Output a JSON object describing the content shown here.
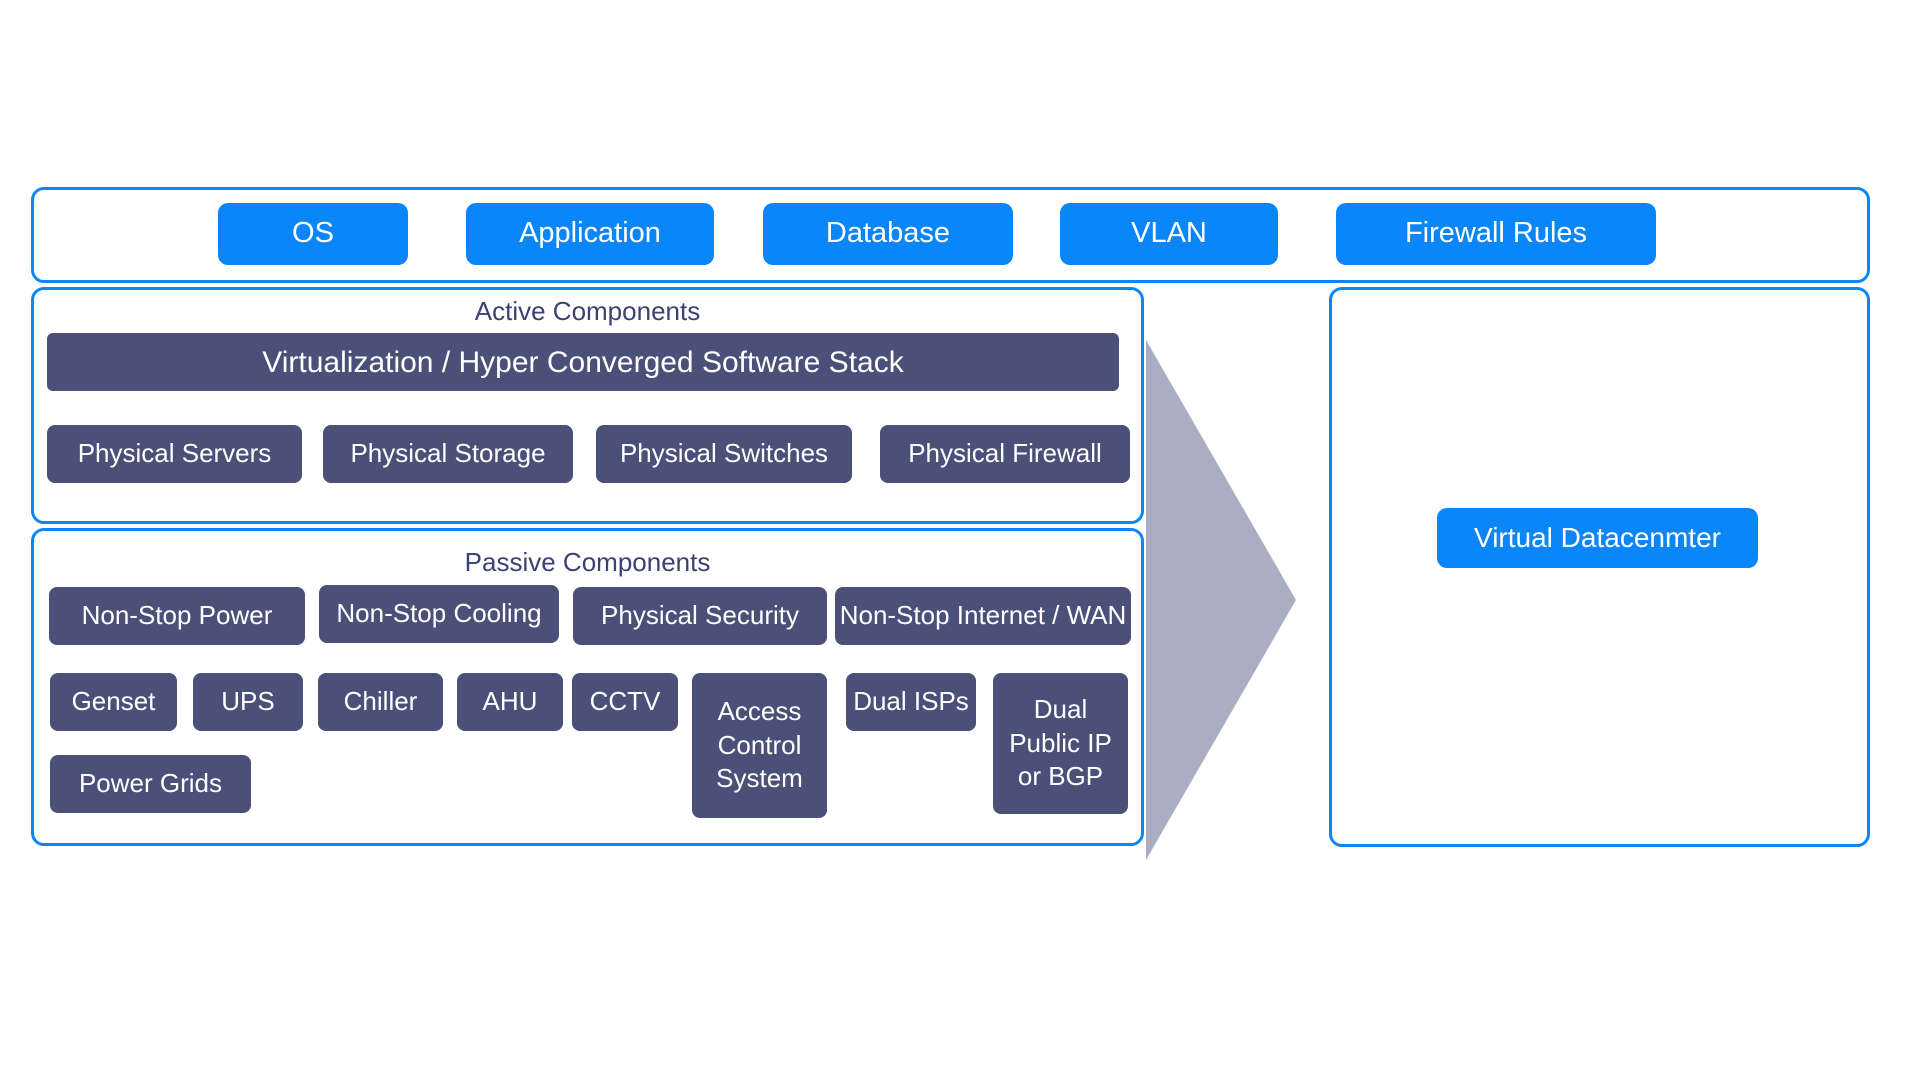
{
  "colors": {
    "accent_blue": "#0b86f8",
    "node_dark": "#4a5078",
    "arrow_gray": "#abaec2",
    "title_text": "#3b4273"
  },
  "top_bar": {
    "buttons": [
      {
        "label": "OS"
      },
      {
        "label": "Application"
      },
      {
        "label": "Database"
      },
      {
        "label": "VLAN"
      },
      {
        "label": "Firewall Rules"
      }
    ]
  },
  "active_panel": {
    "title": "Active Components",
    "stack_label": "Virtualization / Hyper Converged Software Stack",
    "boxes": [
      {
        "label": "Physical Servers"
      },
      {
        "label": "Physical Storage"
      },
      {
        "label": "Physical Switches"
      },
      {
        "label": "Physical Firewall"
      }
    ]
  },
  "passive_panel": {
    "title": "Passive Components",
    "row1": [
      {
        "label": "Non-Stop Power"
      },
      {
        "label": "Non-Stop Cooling"
      },
      {
        "label": "Physical Security"
      },
      {
        "label": "Non-Stop Internet / WAN"
      }
    ],
    "row2": [
      {
        "label": "Genset"
      },
      {
        "label": "UPS"
      },
      {
        "label": "Chiller"
      },
      {
        "label": "AHU"
      },
      {
        "label": "CCTV"
      },
      {
        "label": "Access Control System"
      },
      {
        "label": "Dual ISPs"
      },
      {
        "label": "Dual Public IP or BGP"
      }
    ],
    "row3": [
      {
        "label": "Power Grids"
      }
    ]
  },
  "right_panel": {
    "button_label": "Virtual Datacenmter"
  }
}
